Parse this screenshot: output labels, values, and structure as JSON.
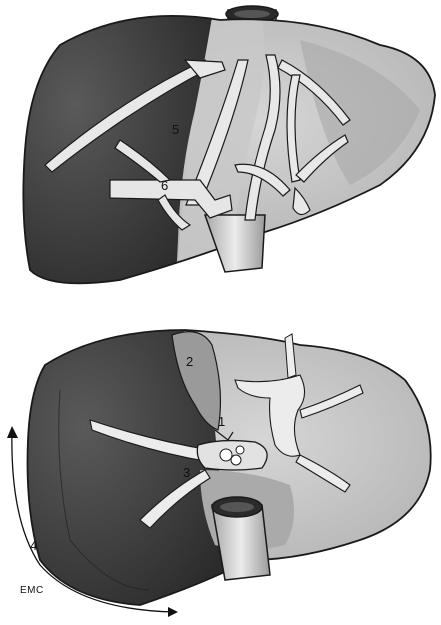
{
  "figure": {
    "top_labels": {
      "label_5": "5",
      "label_6": "6"
    },
    "bottom_labels": {
      "label_1": "1",
      "label_2": "2",
      "label_3": "3",
      "label_4": "4"
    },
    "signature": "EMC",
    "colors": {
      "dark_lobe": "#3a3a3a",
      "light_lobe": "#bdbdbd",
      "vessel": "#d9d9d9",
      "outline": "#1a1a1a"
    }
  }
}
